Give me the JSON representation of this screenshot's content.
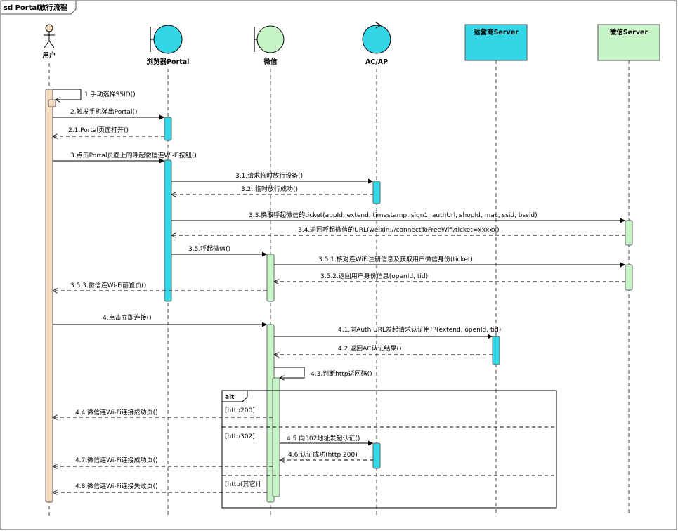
{
  "frame_title": "sd Portal放行流程",
  "colors": {
    "user_bar": "#f6dcc1",
    "portal": "#33d6e6",
    "wechat": "#c8f5c8",
    "acap": "#33d6e6",
    "operator_server": "#33d6e6",
    "wechat_server": "#c8f5c8",
    "border": "#555555"
  },
  "participants": [
    {
      "id": "user",
      "label": "用户",
      "kind": "actor",
      "icon": "stick-figure-icon"
    },
    {
      "id": "portal",
      "label": "浏览器Portal",
      "kind": "boundary",
      "icon": "boundary-icon"
    },
    {
      "id": "wechat",
      "label": "微信",
      "kind": "boundary",
      "icon": "boundary-icon"
    },
    {
      "id": "acap",
      "label": "AC/AP",
      "kind": "control",
      "icon": "control-icon"
    },
    {
      "id": "operator",
      "label": "运营商Server",
      "kind": "box"
    },
    {
      "id": "wxserver",
      "label": "微信Server",
      "kind": "box"
    }
  ],
  "messages": [
    {
      "label": "1.手动选择SSID()",
      "from": "user",
      "to": "user",
      "type": "self"
    },
    {
      "label": "2.触发手机弹出Portal()",
      "from": "user",
      "to": "portal",
      "type": "sync"
    },
    {
      "label": "2.1.Portal页面打开()",
      "from": "portal",
      "to": "user",
      "type": "reply"
    },
    {
      "label": "3.点击Portal页面上的呼起微信连Wi-Fi按钮()",
      "from": "user",
      "to": "portal",
      "type": "sync"
    },
    {
      "label": "3.1.请求临时放行设备()",
      "from": "portal",
      "to": "acap",
      "type": "sync"
    },
    {
      "label": "3.2..临时放行成功()",
      "from": "acap",
      "to": "portal",
      "type": "reply"
    },
    {
      "label": "3.3.换取呼起微信的ticket(appId, extend, timestamp, sign1, authUrl, shopId, mac, ssid, bssid)",
      "from": "portal",
      "to": "wxserver",
      "type": "sync"
    },
    {
      "label": "3.4.返回呼起微信的URL(weixin://connectToFreeWifi/ticket=xxxxx)",
      "from": "wxserver",
      "to": "portal",
      "type": "reply"
    },
    {
      "label": "3.5.呼起微信()",
      "from": "portal",
      "to": "wechat",
      "type": "sync"
    },
    {
      "label": "3.5.1.核对连WiFi注册信息及获取用户微信身份(ticket)",
      "from": "wechat",
      "to": "wxserver",
      "type": "sync"
    },
    {
      "label": "3.5.2.返回用户身份信息(openId, tid)",
      "from": "wxserver",
      "to": "wechat",
      "type": "reply"
    },
    {
      "label": "3.5.3.微信连Wi-Fi前置页()",
      "from": "wechat",
      "to": "user",
      "type": "reply"
    },
    {
      "label": "4.点击立即连接()",
      "from": "user",
      "to": "wechat",
      "type": "sync"
    },
    {
      "label": "4.1.向Auth URL发起请求认证用户(extend, openId, tid)",
      "from": "wechat",
      "to": "operator",
      "type": "sync"
    },
    {
      "label": "4.2.返回AC认证结果()",
      "from": "operator",
      "to": "wechat",
      "type": "reply"
    },
    {
      "label": "4.3.判断http返回码()",
      "from": "wechat",
      "to": "wechat",
      "type": "self"
    },
    {
      "label": "4.4.微信连Wi-Fi连接成功页()",
      "from": "wechat",
      "to": "user",
      "type": "reply"
    },
    {
      "label": "4.5.向302地址发起认证()",
      "from": "wechat",
      "to": "acap",
      "type": "sync"
    },
    {
      "label": "4.6.认证成功(http 200)",
      "from": "acap",
      "to": "wechat",
      "type": "reply"
    },
    {
      "label": "4.7.微信连Wi-Fi连接成功页()",
      "from": "wechat",
      "to": "user",
      "type": "reply"
    },
    {
      "label": "4.8.微信连Wi-Fi连接失败页()",
      "from": "wechat",
      "to": "user",
      "type": "reply"
    }
  ],
  "alt_fragment": {
    "title": "alt",
    "guards": [
      "[http200]",
      "[http302]",
      "[http(其它)]"
    ]
  }
}
